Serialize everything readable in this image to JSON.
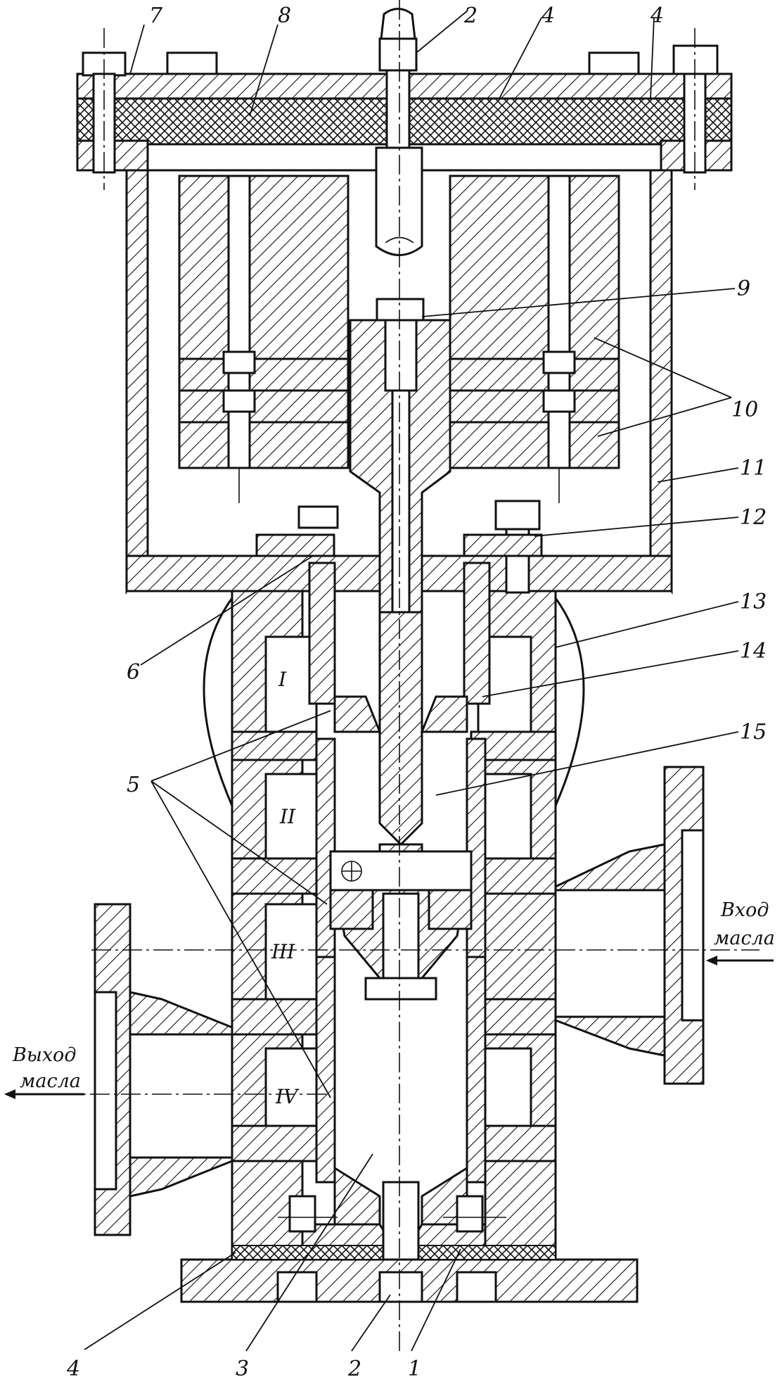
{
  "callouts": {
    "n1": "1",
    "n2_top": "2",
    "n2_bottom": "2",
    "n3": "3",
    "n4_top_a": "4",
    "n4_top_b": "4",
    "n4_bottom": "4",
    "n5": "5",
    "n6": "6",
    "n7": "7",
    "n8": "8",
    "n9": "9",
    "n10": "10",
    "n11": "11",
    "n12": "12",
    "n13": "13",
    "n14": "14",
    "n15": "15"
  },
  "chambers": {
    "c1": "I",
    "c2": "II",
    "c3": "III",
    "c4": "IV"
  },
  "flow": {
    "inlet_line1": "Вход",
    "inlet_line2": "масла",
    "outlet_line1": "Выход",
    "outlet_line2": "масла"
  }
}
